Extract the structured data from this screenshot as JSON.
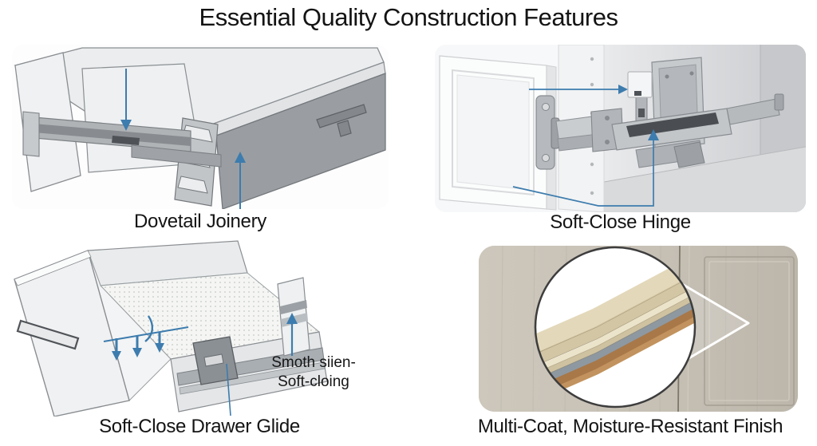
{
  "title": "Essential Quality Construction Features",
  "colors": {
    "annotation_blue": "#3d7cae",
    "caption_text": "#141414",
    "title_text": "#141414",
    "line_art_gray": "#9a9ea2",
    "door_greige": "#c6c0b5",
    "finish_layer_hexes": [
      "#e3d8ba",
      "#ece4ca",
      "#8e98a1",
      "#a87848",
      "#c2935e"
    ]
  },
  "panels": {
    "dovetail": {
      "label": "Dovetail Joinery"
    },
    "hinge": {
      "label": "Soft-Close Hinge"
    },
    "glide": {
      "label": "Soft-Close Drawer Glide",
      "annotation_line1": "Smoth siien-",
      "annotation_line2": "Soft-cloing"
    },
    "finish": {
      "label": "Multi-Coat, Moisture-Resistant Finish"
    }
  }
}
